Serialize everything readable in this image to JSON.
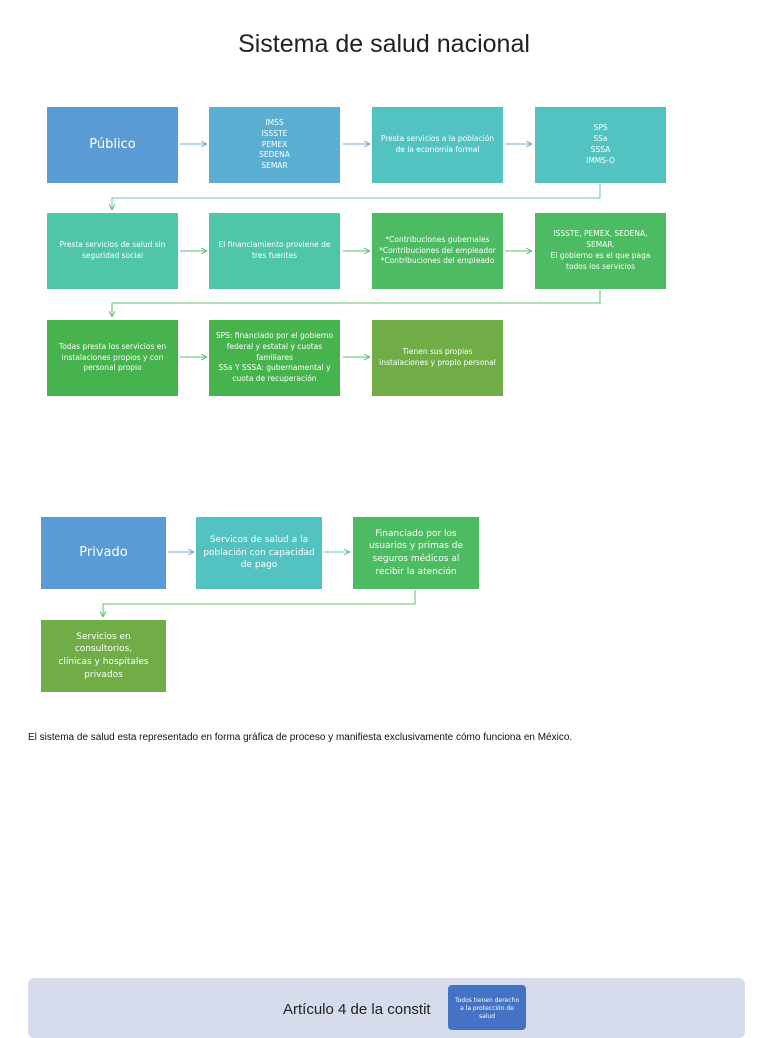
{
  "title": "Sistema de salud nacional",
  "publico": {
    "row1": [
      "Público",
      "IMSS\nISSSTE\nPEMEX\nSEDENA\nSEMAR",
      "Presta servicios a la población\nde la economía formal",
      "SPS\nSSa\nSSSA\nIMMS-O"
    ],
    "row2": [
      "Presta servicios de salud sin\nseguridad social",
      "El financiamiento proviene de\ntres fuentes",
      "*Contribuciones gubernales\n*Contribuciones del empleador\n*Contribuciones del empleado",
      "ISSSTE, PEMEX, SEDENA,\nSEMAR.\nEl gobierno es el que paga\ntodos los servicios"
    ],
    "row3": [
      "Todas presta los servicios en\ninstalaciones propios y con\npersonal propio",
      "SPS: financiado por el gobierno\nfederal y estatal y cuotas\nfamiliares\nSSa Y SSSA: gubernamental y\ncuota de recuperación",
      "Tienen sus propias\ninstalaciones y propio personal"
    ]
  },
  "privado": {
    "row1": [
      "Privado",
      "Servicos de salud a la\npoblación con capacidad\nde pago",
      "Financiado por los\nusuarios y primas de\nseguros médicos al\nrecibir la atención"
    ],
    "row2": [
      "Servicios en consultorios,\nclínicas y hospitales\nprivados"
    ]
  },
  "caption": "El sistema de salud esta representado en forma gráfica de proceso y manifiesta exclusivamente cómo funciona en México.",
  "footer": {
    "title": "Artículo 4 de la constit",
    "box": "Todos tienen derecho\na la protección de\nsalud"
  },
  "colors": {
    "arrow": "#6fa8dc",
    "connector_green": "#5fbf6a"
  }
}
